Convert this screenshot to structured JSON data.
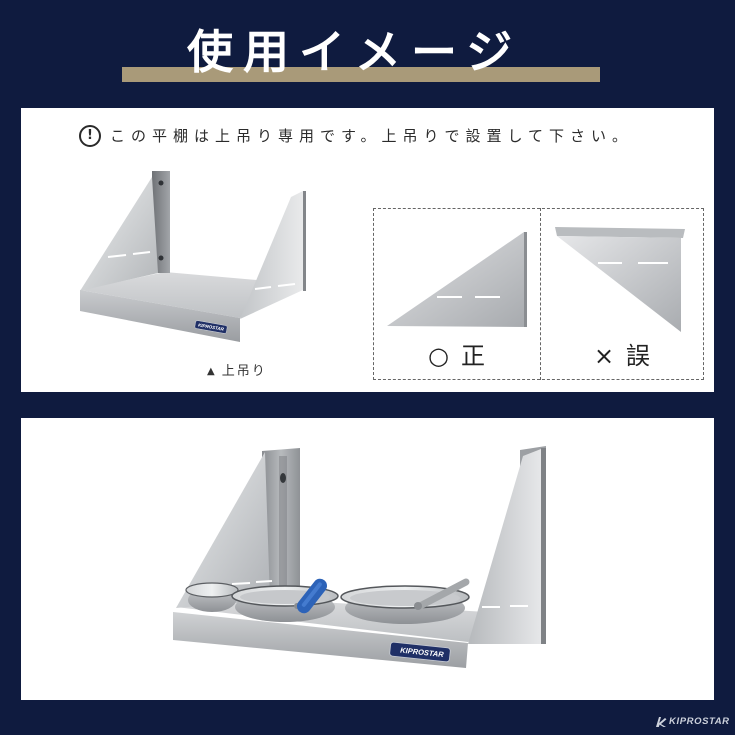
{
  "header": {
    "title": "使用イメージ"
  },
  "notice_panel": {
    "icon": "exclamation-circle-icon",
    "icon_glyph": "!",
    "text": "この平棚は上吊り専用です。上吊りで設置して下さい。",
    "product_caption": {
      "marker": "▲",
      "text": "上吊り"
    },
    "comparison": {
      "correct": {
        "mark": "○",
        "label": "正"
      },
      "wrong": {
        "mark": "×",
        "label": "誤"
      }
    }
  },
  "shelf_brand_label": "KIPROSTAR",
  "footer": {
    "logo_icon": "kiprostar-logo-icon",
    "logo_text": "KIPROSTAR"
  },
  "icons": [
    "exclamation-circle-icon",
    "triangle-up-icon",
    "kiprostar-logo-icon"
  ],
  "colors": {
    "background": "#0f1b3f",
    "accent_bar": "#a99a79",
    "panel": "#ffffff",
    "shelf_label": "#1f2f66",
    "pan_handle": "#2d63b8"
  }
}
